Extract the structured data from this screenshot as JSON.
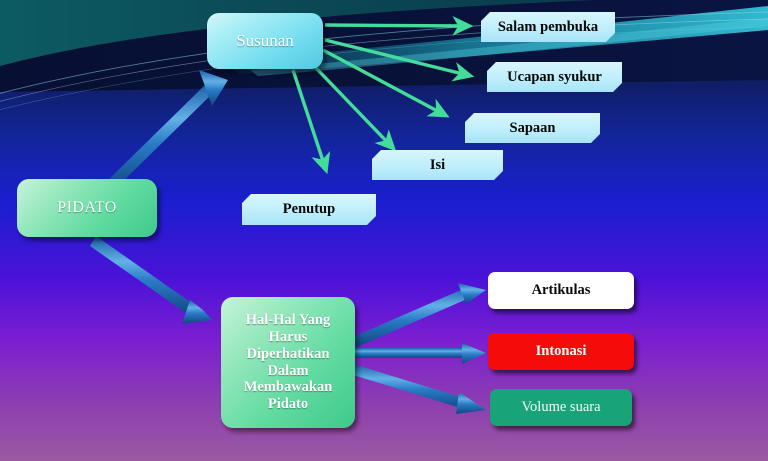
{
  "slide": {
    "title": "PIDATO",
    "background": {
      "top_band_color": "#0d5a63",
      "mid_color": "#1a1fcf",
      "bottom_color": "#9a5aa0"
    }
  },
  "colors": {
    "green_arrow": "#44dc9b",
    "blue_arrow": "#2578c6",
    "blue_arrow_highlight": "#5aa8e0",
    "green_box": "#6fdfa8",
    "cyan_box": "#9ae9f3",
    "chamfer_box": "#bfeefb",
    "white_box": "#ffffff",
    "red_box": "#f60b0b",
    "teal_box": "#18a379"
  },
  "nodes": {
    "root": {
      "label": "PIDATO"
    },
    "susunan": {
      "label": "Susunan"
    },
    "halhal": {
      "label": "Hal-Hal Yang Harus Diperhatikan Dalam Membawakan Pidato"
    },
    "susunan_children": [
      {
        "label": "Salam pembuka"
      },
      {
        "label": "Ucapan syukur"
      },
      {
        "label": "Sapaan"
      },
      {
        "label": "Isi"
      },
      {
        "label": "Penutup"
      }
    ],
    "halhal_children": [
      {
        "label": "Artikulas"
      },
      {
        "label": "Intonasi"
      },
      {
        "label": "Volume suara"
      }
    ]
  },
  "connectors": {
    "root_to_susunan": "arrow-blue-up",
    "root_to_halhal": "arrow-blue-down",
    "susunan_branches": 5,
    "halhal_branches": 3
  }
}
